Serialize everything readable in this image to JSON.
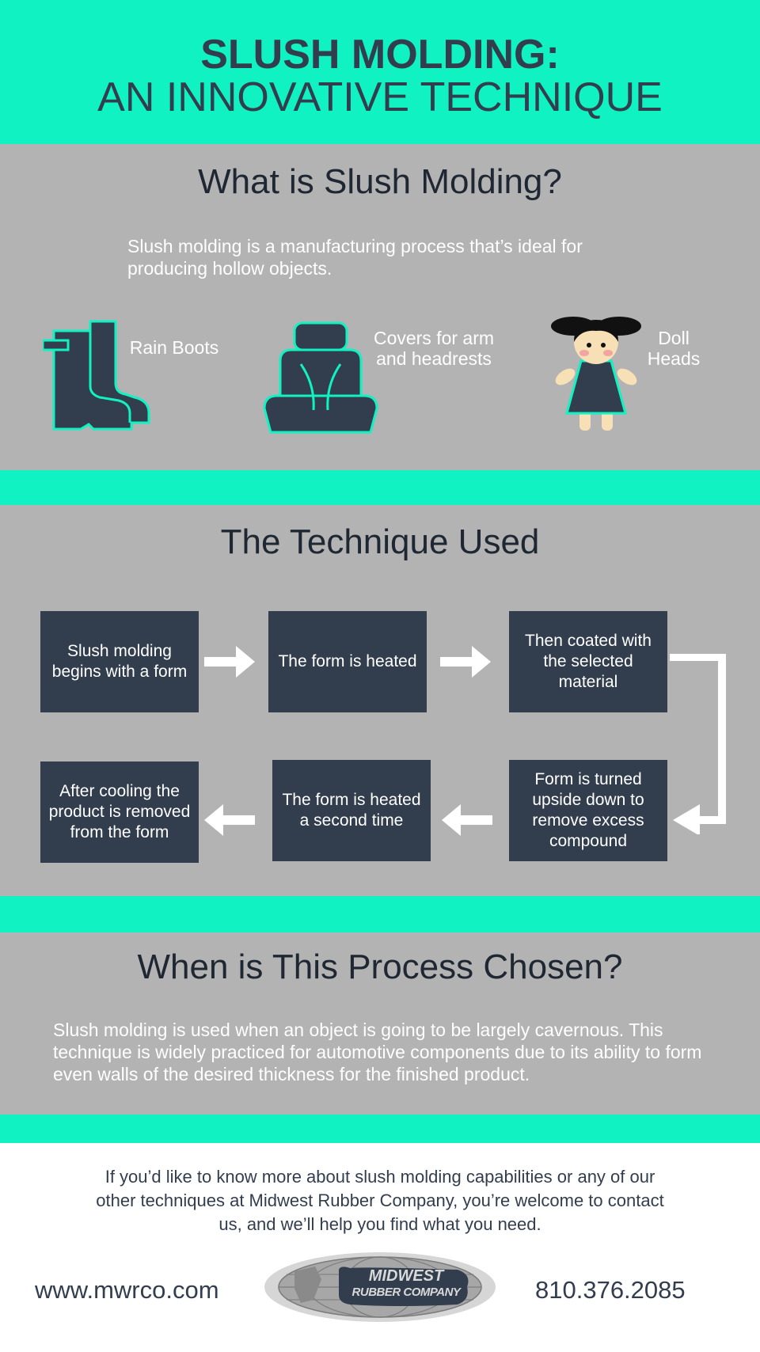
{
  "header": {
    "title_line1": "SLUSH MOLDING:",
    "title_line2": "AN INNOVATIVE TECHNIQUE"
  },
  "what": {
    "heading": "What is Slush Molding?",
    "description": "Slush molding is a manufacturing process that’s ideal for producing hollow objects.",
    "items": [
      {
        "label": "Rain Boots",
        "icon": "rain-boot-icon"
      },
      {
        "label": "Covers for arm and headrests",
        "icon": "car-seat-icon"
      },
      {
        "label": "Doll Heads",
        "icon": "doll-icon"
      }
    ]
  },
  "technique": {
    "heading": "The Technique Used",
    "steps": [
      "Slush molding begins with a form",
      "The form is heated",
      "Then coated with the selected material",
      "Form is turned upside down to remove excess compound",
      "The form is heated a second time",
      "After cooling the product is removed from the form"
    ]
  },
  "when": {
    "heading": "When is This Process Chosen?",
    "description": "Slush molding is used when an object is going to be largely cavernous. This technique is widely practiced for automotive components due to its ability to form even walls of the desired thickness for the finished product."
  },
  "footer": {
    "text": "If you’d like to know more about slush molding capabilities or any of our other techniques at Midwest Rubber Company, you’re welcome to contact us, and we’ll help you find what you need.",
    "website": "www.mwrco.com",
    "phone": "810.376.2085",
    "logo_text_line1": "MIDWEST",
    "logo_text_line2": "RUBBER COMPANY"
  },
  "colors": {
    "teal": "#11f2c3",
    "gray": "#b3b3b3",
    "navy": "#323e4e"
  }
}
